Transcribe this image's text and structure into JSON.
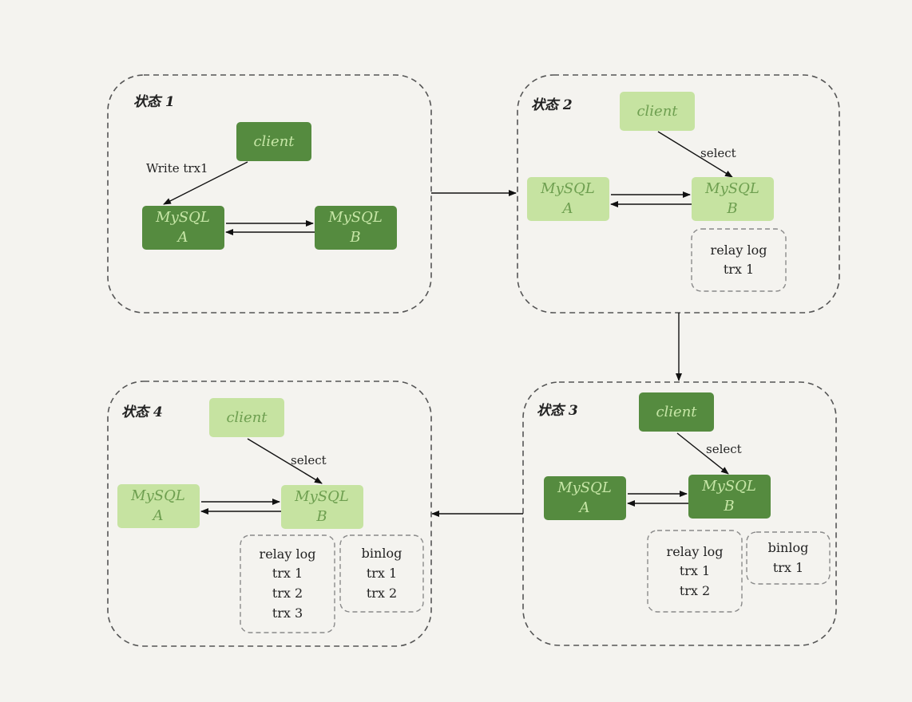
{
  "states": [
    {
      "title": "状态 1",
      "client": "client",
      "edge_label": "Write trx1",
      "mysql_a": [
        "MySQL",
        "A"
      ],
      "mysql_b": [
        "MySQL",
        "B"
      ]
    },
    {
      "title": "状态 2",
      "client": "client",
      "edge_label": "select",
      "mysql_a": [
        "MySQL",
        "A"
      ],
      "mysql_b": [
        "MySQL",
        "B"
      ],
      "relay_log": [
        "relay log",
        "trx 1"
      ]
    },
    {
      "title": "状态 3",
      "client": "client",
      "edge_label": "select",
      "mysql_a": [
        "MySQL",
        "A"
      ],
      "mysql_b": [
        "MySQL",
        "B"
      ],
      "relay_log": [
        "relay log",
        "trx 1",
        "trx 2"
      ],
      "binlog": [
        "binlog",
        "trx 1"
      ]
    },
    {
      "title": "状态 4",
      "client": "client",
      "edge_label": "select",
      "mysql_a": [
        "MySQL",
        "A"
      ],
      "mysql_b": [
        "MySQL",
        "B"
      ],
      "relay_log": [
        "relay log",
        "trx 1",
        "trx 2",
        "trx 3"
      ],
      "binlog": [
        "binlog",
        "trx 1",
        "trx 2"
      ]
    }
  ],
  "colors": {
    "active_node": "#558b3f",
    "inactive_node": "#c6e3a1",
    "frame_stroke": "#555555",
    "background": "#f4f3ef"
  }
}
